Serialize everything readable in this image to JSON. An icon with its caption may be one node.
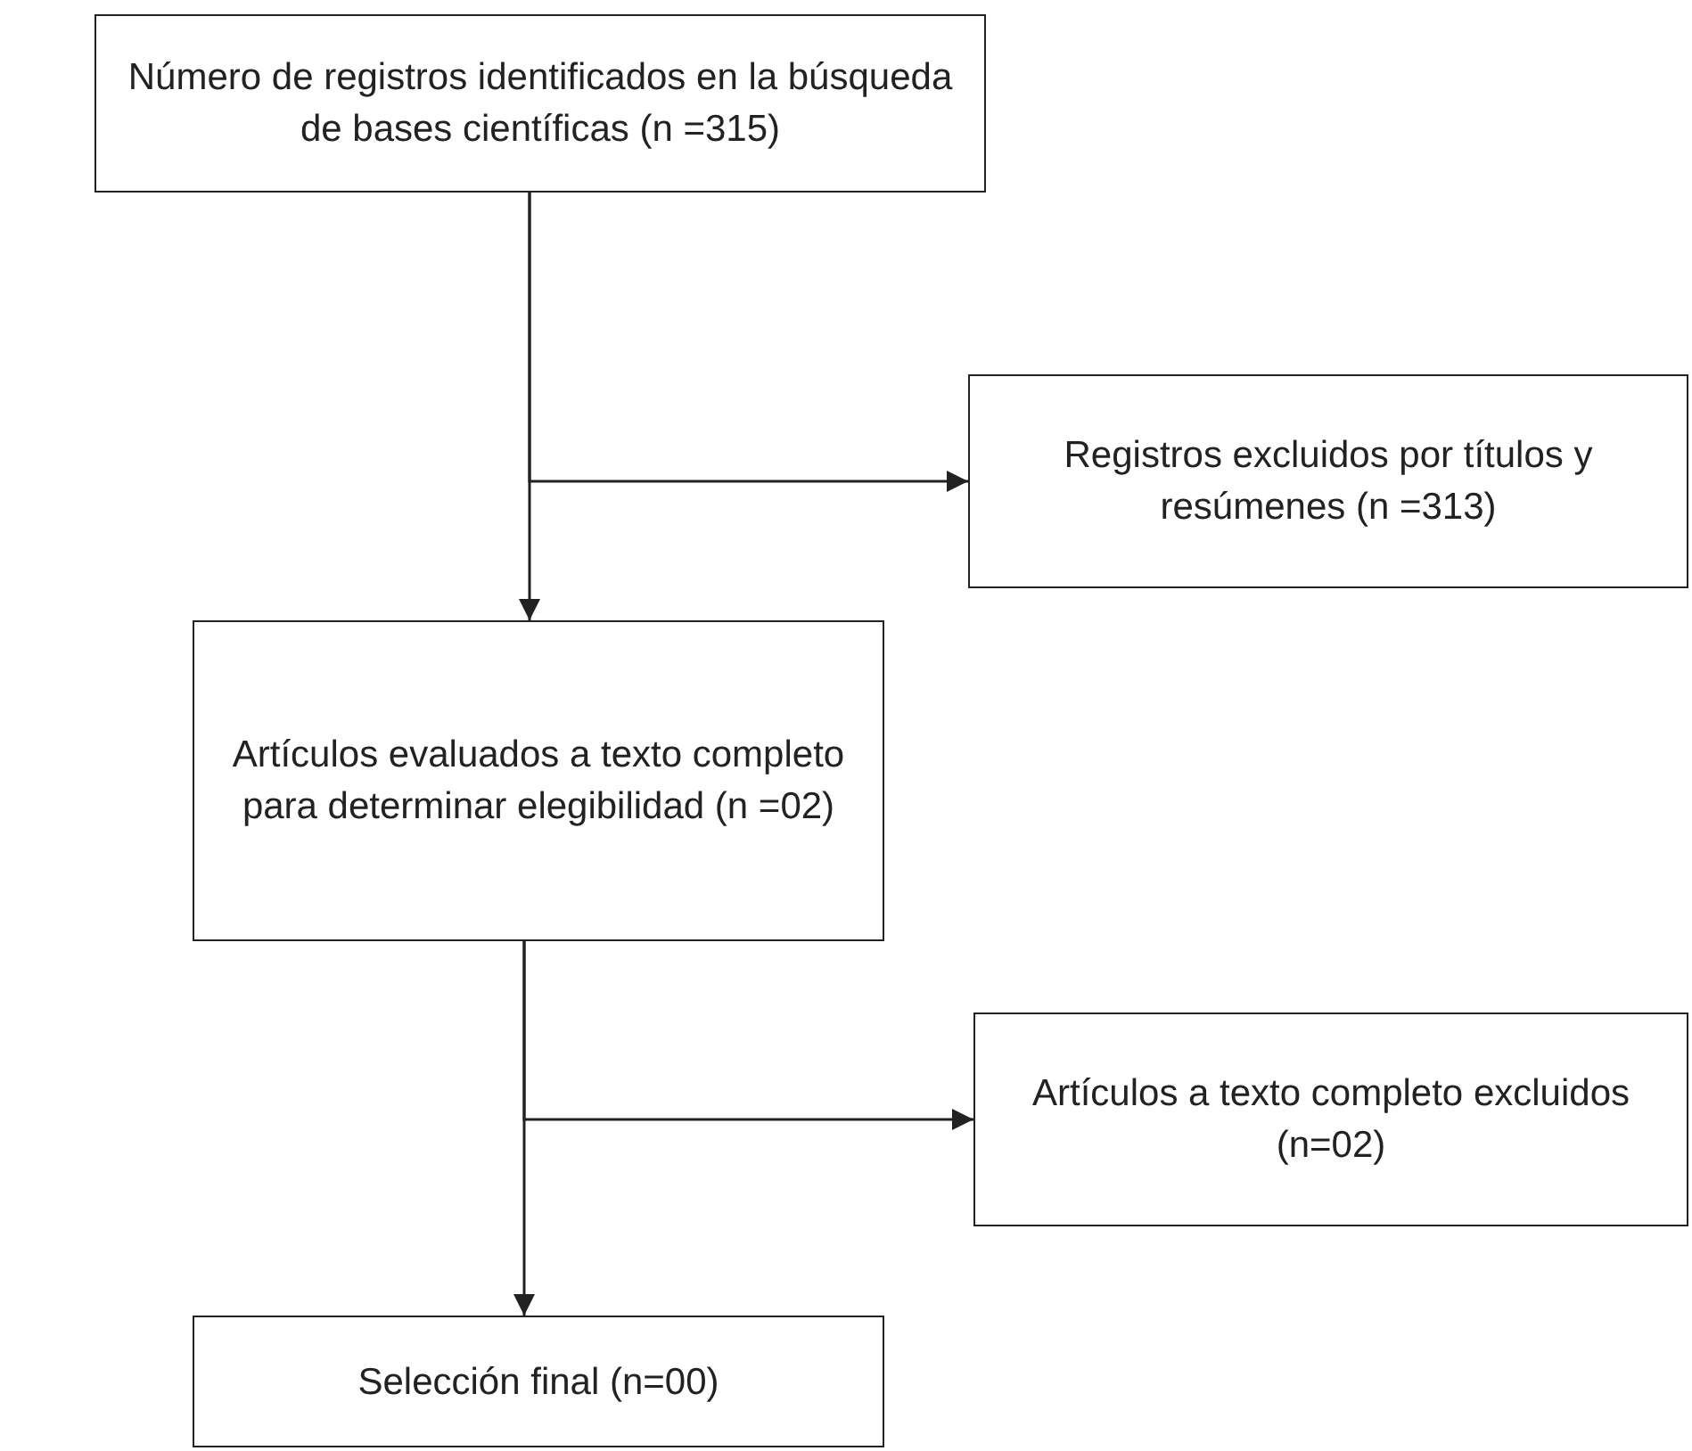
{
  "diagram": {
    "nodes": [
      {
        "text": [
          "Número de registros identificados en la búsqueda de bases científicas (n =315)"
        ]
      },
      {
        "text": [
          "Registros excluidos por títulos y resúmenes (n =313)"
        ]
      },
      {
        "text": [
          "Artículos evaluados a texto completo para determinar elegibilidad (n =02)"
        ]
      },
      {
        "text": [
          "Artículos a texto completo excluidos (n=02)"
        ]
      },
      {
        "text": [
          "Selección final (n=00)"
        ]
      }
    ],
    "edges": [
      {
        "from": 0,
        "to": 2,
        "arrow": "to"
      },
      {
        "from": 0,
        "to": 1,
        "arrow": "to"
      },
      {
        "from": 2,
        "to": 4,
        "arrow": "to"
      },
      {
        "from": 2,
        "to": 3,
        "arrow": "to"
      }
    ]
  }
}
